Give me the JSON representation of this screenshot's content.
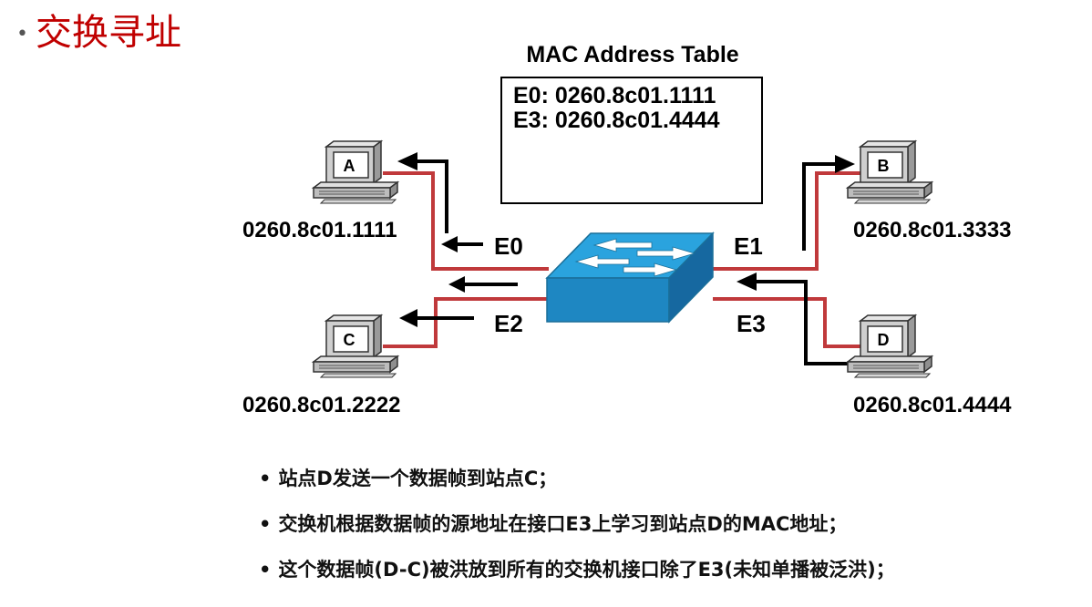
{
  "title": "交换寻址",
  "mac_table": {
    "heading": "MAC Address Table",
    "entries": [
      "E0:  0260.8c01.1111",
      "E3:  0260.8c01.4444"
    ]
  },
  "stations": {
    "A": {
      "label": "A",
      "mac": "0260.8c01.1111"
    },
    "B": {
      "label": "B",
      "mac": "0260.8c01.3333"
    },
    "C": {
      "label": "C",
      "mac": "0260.8c01.2222"
    },
    "D": {
      "label": "D",
      "mac": "0260.8c01.4444"
    }
  },
  "ports": {
    "e0": "E0",
    "e1": "E1",
    "e2": "E2",
    "e3": "E3"
  },
  "bullets": [
    "站点D发送一个数据帧到站点C；",
    "交换机根据数据帧的源地址在接口E3上学习到站点D的MAC地址；",
    "这个数据帧(D-C)被洪放到所有的交换机接口除了E3(未知单播被泛洪)；"
  ],
  "colors": {
    "title": "#c00000",
    "link": "#c0393b",
    "switch": "#2a9fd6"
  }
}
